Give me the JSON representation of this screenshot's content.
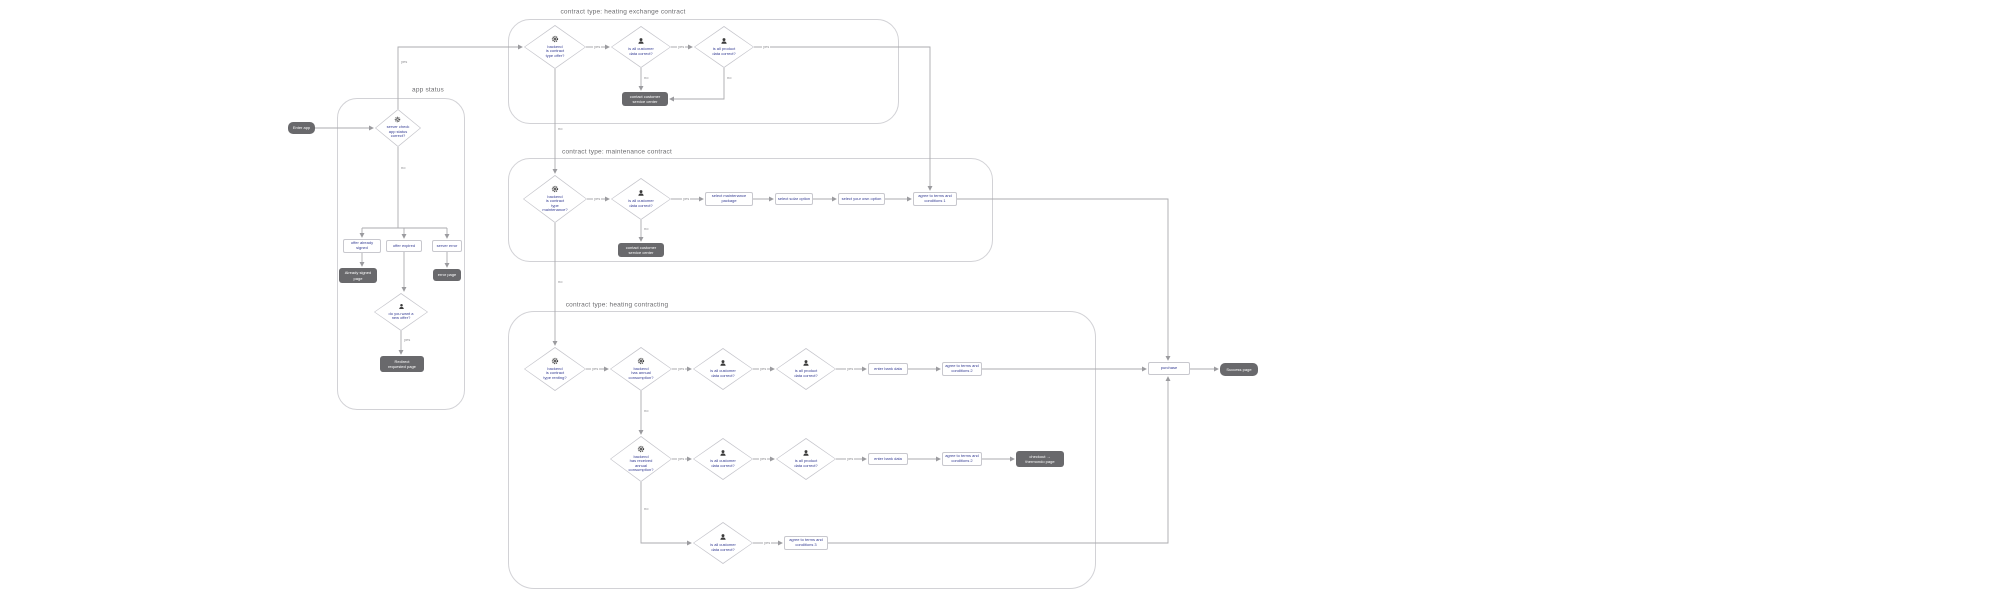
{
  "page": {
    "background": "#ffffff"
  },
  "palette": {
    "node_border": "#c8c8ce",
    "node_text": "#333b93",
    "terminal_fill": "#69696c",
    "terminal_text": "#ffffff",
    "connector": "#ababaf",
    "frame_border": "#d2d2d6",
    "group_title_text": "#6d6d70",
    "icon_color": "#3c3c3c"
  },
  "diagram": {
    "groups": {
      "app_status": {
        "title": "app status"
      },
      "heating_exchange": {
        "title": "contract type: heating exchange contract"
      },
      "maintenance": {
        "title": "contract type: maintenance contract"
      },
      "contracting": {
        "title": "contract type: heating contracting"
      }
    },
    "edge_labels": {
      "yes": "yes",
      "no": "no"
    },
    "nodes": {
      "enter_app": {
        "type": "start",
        "label": "Enter app"
      },
      "app_status_check": {
        "type": "decision",
        "icon": "gear",
        "label": "server check\napp status\ncorrect?"
      },
      "offer_already_signed": {
        "type": "process",
        "label": "offer already\nsigned"
      },
      "offer_expired": {
        "type": "process",
        "label": "offer expired"
      },
      "server_error": {
        "type": "process",
        "label": "server error"
      },
      "already_signed_page": {
        "type": "terminal",
        "label": "Already signed\npage"
      },
      "error_page": {
        "type": "terminal",
        "label": "error page"
      },
      "want_new_offer": {
        "type": "decision",
        "icon": "person",
        "label": "do you want a\nnew offer?"
      },
      "redirect_requested_page": {
        "type": "terminal",
        "label": "Redirect\nrequested page"
      },
      "type_offer": {
        "type": "decision",
        "icon": "gear",
        "label": "backend\nis contract\ntype offer?"
      },
      "customer_data_1": {
        "type": "decision",
        "icon": "person",
        "label": "is all customer\ndata correct?"
      },
      "product_data_1": {
        "type": "decision",
        "icon": "person",
        "label": "is all product\ndata correct?"
      },
      "contact_service_1": {
        "type": "terminal",
        "label": "contact customer\nservice center"
      },
      "type_maintenance": {
        "type": "decision",
        "icon": "gear",
        "label": "backend\nis contract\ntype\nmaintenance?"
      },
      "customer_data_2": {
        "type": "decision",
        "icon": "person",
        "label": "is all customer\ndata correct?"
      },
      "contact_service_2": {
        "type": "terminal",
        "label": "contact customer\nservice center"
      },
      "select_maintenance_package": {
        "type": "process",
        "label": "select maintenance\npackage"
      },
      "select_solar_option": {
        "type": "process",
        "label": "select solar option"
      },
      "select_own_option": {
        "type": "process",
        "label": "select your own option"
      },
      "agree_terms_1": {
        "type": "process",
        "label": "agree to terms and\nconditions 1"
      },
      "type_renting": {
        "type": "decision",
        "icon": "gear",
        "label": "backend\nis contract\ntype renting?"
      },
      "has_annual_consumption": {
        "type": "decision",
        "icon": "gear",
        "label": "backend\nhas annual\nconsumption?"
      },
      "customer_data_3": {
        "type": "decision",
        "icon": "person",
        "label": "is all customer\ndata correct?"
      },
      "product_data_2": {
        "type": "decision",
        "icon": "person",
        "label": "is all product\ndata correct?"
      },
      "enter_bank_data_1": {
        "type": "process",
        "label": "enter bank data"
      },
      "agree_terms_2a": {
        "type": "process",
        "label": "agree to terms and\nconditions 2"
      },
      "purchase": {
        "type": "process",
        "label": "purchase"
      },
      "success_page": {
        "type": "terminal",
        "label": "Success page"
      },
      "received_annual_consumption": {
        "type": "decision",
        "icon": "gear",
        "label": "backend\nhas received\nannual\nconsumption?"
      },
      "customer_data_4": {
        "type": "decision",
        "icon": "person",
        "label": "is all customer\ndata correct?"
      },
      "product_data_3": {
        "type": "decision",
        "icon": "person",
        "label": "is all product\ndata correct?"
      },
      "enter_bank_data_2": {
        "type": "process",
        "label": "enter bank data"
      },
      "agree_terms_2b": {
        "type": "process",
        "label": "agree to terms and\nconditions 2"
      },
      "thermondo_page": {
        "type": "terminal",
        "label": "checkout →\nthermondo page"
      },
      "customer_data_5": {
        "type": "decision",
        "icon": "person",
        "label": "is all customer\ndata correct?"
      },
      "agree_terms_3": {
        "type": "process",
        "label": "agree to terms and\nconditions 3"
      }
    }
  }
}
